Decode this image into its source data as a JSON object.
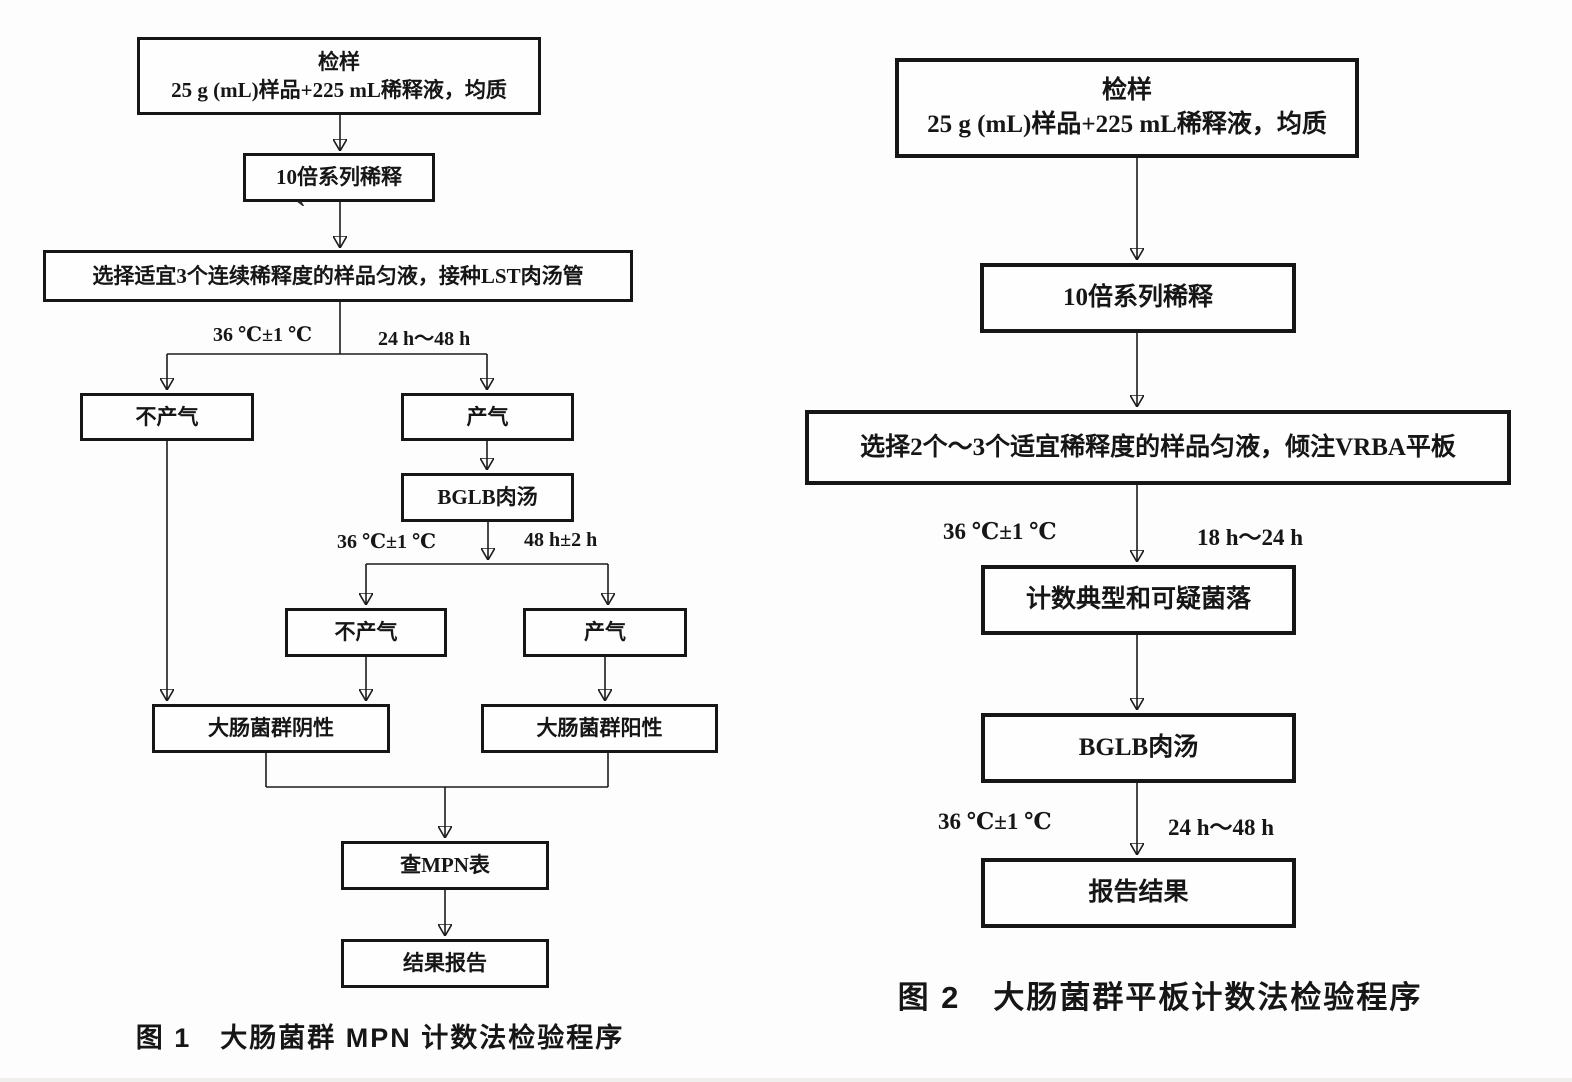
{
  "figure1": {
    "boxes": {
      "sample_line1": "检样",
      "sample_line2": "25 g (mL)样品+225 mL稀释液，均质",
      "dilution": "10倍系列稀释",
      "lst": "选择适宜3个连续稀释度的样品匀液，接种LST肉汤管",
      "no_gas_1": "不产气",
      "gas_1": "产气",
      "bglb": "BGLB肉汤",
      "no_gas_2": "不产气",
      "gas_2": "产气",
      "negative": "大肠菌群阴性",
      "positive": "大肠菌群阳性",
      "mpn": "查MPN表",
      "report": "结果报告"
    },
    "labels": {
      "temp_1": "36 ℃±1 ℃",
      "time_1": "24 h～48 h",
      "temp_2": "36 ℃±1 ℃",
      "time_2": "48 h±2 h"
    },
    "stray_mark": "`",
    "caption": "图 1　大肠菌群 MPN 计数法检验程序"
  },
  "figure2": {
    "boxes": {
      "sample_line1": "检样",
      "sample_line2": "25 g (mL)样品+225 mL稀释液，均质",
      "dilution": "10倍系列稀释",
      "vrba": "选择2个～3个适宜稀释度的样品匀液，倾注VRBA平板",
      "count": "计数典型和可疑菌落",
      "bglb": "BGLB肉汤",
      "report": "报告结果"
    },
    "labels": {
      "temp_1": "36 ℃±1 ℃",
      "time_1": "18 h～24 h",
      "temp_2": "36 ℃±1 ℃",
      "time_2": "24 h～48 h"
    },
    "caption": "图 2　大肠菌群平板计数法检验程序"
  }
}
